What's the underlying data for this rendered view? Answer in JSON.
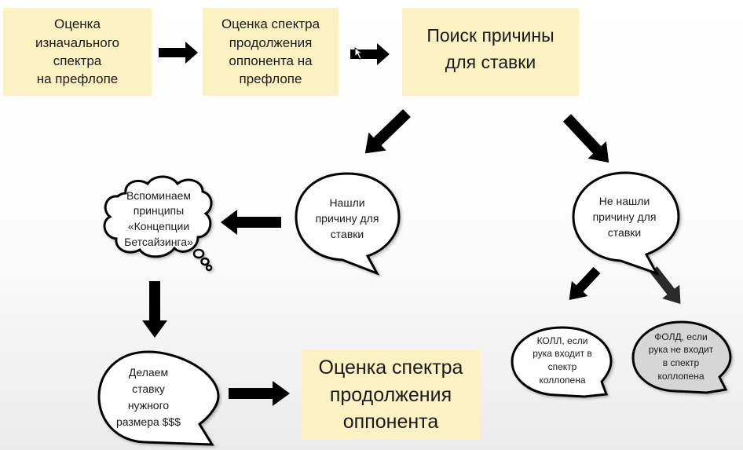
{
  "boxes": {
    "initial": "Оценка\nизначального\nспектра\nна префлопе",
    "continuation": "Оценка спектра\nпродолжения\nоппонента на\nпрефлопе",
    "search": "Поиск причины\nдля ставки",
    "final": "Оценка спектра\nпродолжения\nоппонента"
  },
  "bubbles": {
    "found": "Нашли\nпричину для\nставки",
    "not_found": "Не нашли\nпричину для\nставки",
    "remember": "Вспоминаем\nпринципы\n«Концепции\nБетсайзинга»",
    "bet": "Делаем\nставку\nнужного\nразмера $$$",
    "call": "КОЛЛ, если\nрука входит в\nспектр\nколлопена",
    "fold": "ФОЛД, если\nрука не входит\nв спектр\nколлопена"
  },
  "colors": {
    "box_fill": "#fbf1c3",
    "arrow": "#000000",
    "bubble_fill_gray": "#d6d6d6"
  }
}
